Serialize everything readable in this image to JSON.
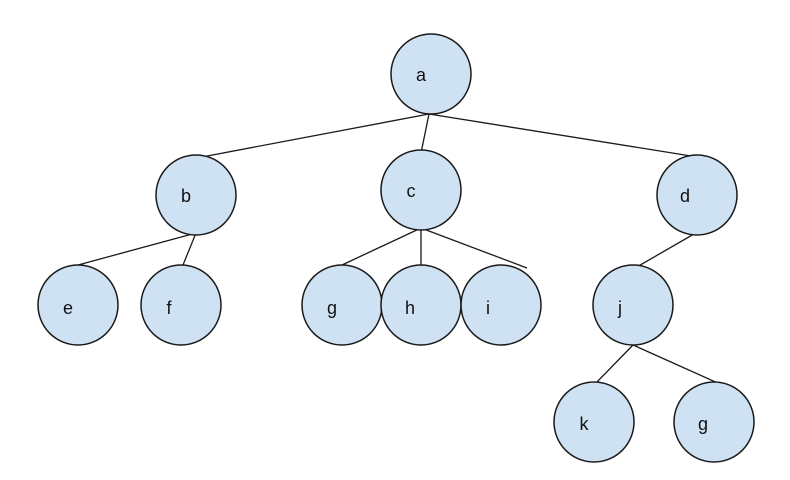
{
  "diagram": {
    "type": "tree",
    "nodes": [
      {
        "id": "a",
        "label": "a"
      },
      {
        "id": "b",
        "label": "b"
      },
      {
        "id": "c",
        "label": "c"
      },
      {
        "id": "d",
        "label": "d"
      },
      {
        "id": "e",
        "label": "e"
      },
      {
        "id": "f",
        "label": "f"
      },
      {
        "id": "g1",
        "label": "g"
      },
      {
        "id": "h",
        "label": "h"
      },
      {
        "id": "i",
        "label": "i"
      },
      {
        "id": "j",
        "label": "j"
      },
      {
        "id": "k",
        "label": "k"
      },
      {
        "id": "g2",
        "label": "g"
      }
    ],
    "edges": [
      {
        "from": "a",
        "to": "b"
      },
      {
        "from": "a",
        "to": "c"
      },
      {
        "from": "a",
        "to": "d"
      },
      {
        "from": "b",
        "to": "e"
      },
      {
        "from": "b",
        "to": "f"
      },
      {
        "from": "c",
        "to": "g1"
      },
      {
        "from": "c",
        "to": "h"
      },
      {
        "from": "c",
        "to": "i"
      },
      {
        "from": "d",
        "to": "j"
      },
      {
        "from": "j",
        "to": "k"
      },
      {
        "from": "j",
        "to": "g2"
      }
    ],
    "colors": {
      "node_fill": "#cfe2f3",
      "node_stroke": "#1a1a1a",
      "edge": "#1a1a1a"
    }
  }
}
